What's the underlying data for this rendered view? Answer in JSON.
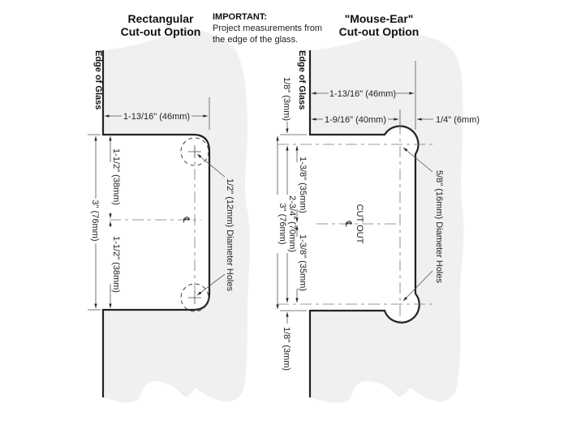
{
  "rectangular": {
    "title_line1": "Rectangular",
    "title_line2": "Cut-out Option",
    "edge_label": "Edge of Glass",
    "dim_width": "1-13/16\" (46mm)",
    "dim_upper_half": "1-1/2\" (38mm)",
    "dim_lower_half": "1-1/2\" (38mm)",
    "dim_total_height": "3\" (76mm)",
    "centerline_symbol": "℄",
    "hole_label": "1/2\" (12mm) Diameter Holes"
  },
  "important_note": {
    "heading": "IMPORTANT:",
    "line1": "Project measurements from",
    "line2": "the edge of the glass."
  },
  "mouse_ear": {
    "title_line1": "\"Mouse-Ear\"",
    "title_line2": "Cut-out Option",
    "edge_label": "Edge of Glass",
    "dim_overall_width": "1-13/16\" (46mm)",
    "dim_hole_center": "1-9/16\" (40mm)",
    "dim_ear_offset": "1/4\" (6mm)",
    "dim_top_offset": "1/8\" (3mm)",
    "dim_bottom_offset": "1/8\" (3mm)",
    "dim_upper_half": "1-3/8\" (35mm)",
    "dim_lower_half": "1-3/8\" (35mm)",
    "dim_hole_span": "2-3/4\" (70mm)",
    "dim_total_height": "3\" (76mm)",
    "cutout_label": "CUT OUT",
    "centerline_symbol": "℄",
    "hole_label": "5/8\" (16mm) Diameter Holes"
  }
}
